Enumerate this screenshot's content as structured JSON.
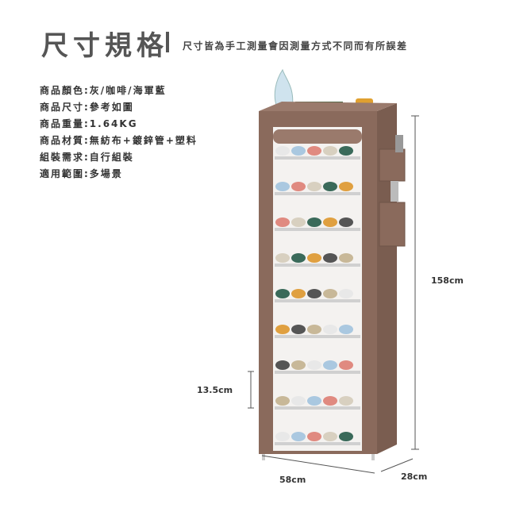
{
  "header": {
    "title": "尺寸規格",
    "subtitle": "尺寸皆為手工測量會因測量方式不同而有所誤差"
  },
  "specs": [
    "商品顏色:灰/咖啡/海軍藍",
    "商品尺寸:參考如圖",
    "商品重量:1.64KG",
    "商品材質:無紡布+鍍鋅管+塑料",
    "組裝需求:自行組裝",
    "適用範圍:多場景"
  ],
  "dimensions": {
    "height": "158cm",
    "shelf_gap": "13.5cm",
    "width": "58cm",
    "depth": "28cm"
  },
  "colors": {
    "cover": "#8a6a5c",
    "cover_dark": "#6f5448",
    "shelf": "#e8e8e8"
  }
}
